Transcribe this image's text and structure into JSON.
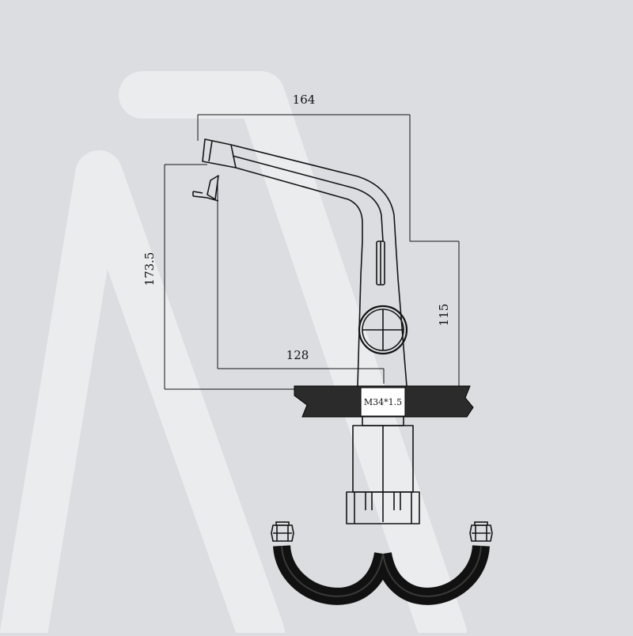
{
  "drawing": {
    "dimensions": {
      "overall_width": "164",
      "overall_height": "173.5",
      "spout_reach": "128",
      "body_height": "115"
    },
    "thread_label": "M34*1.5"
  },
  "colors": {
    "background": "#dcdde0",
    "watermark": "#e9eaec",
    "line": "#141414",
    "countertop": "#2b2b2b",
    "hose": "#111111"
  }
}
